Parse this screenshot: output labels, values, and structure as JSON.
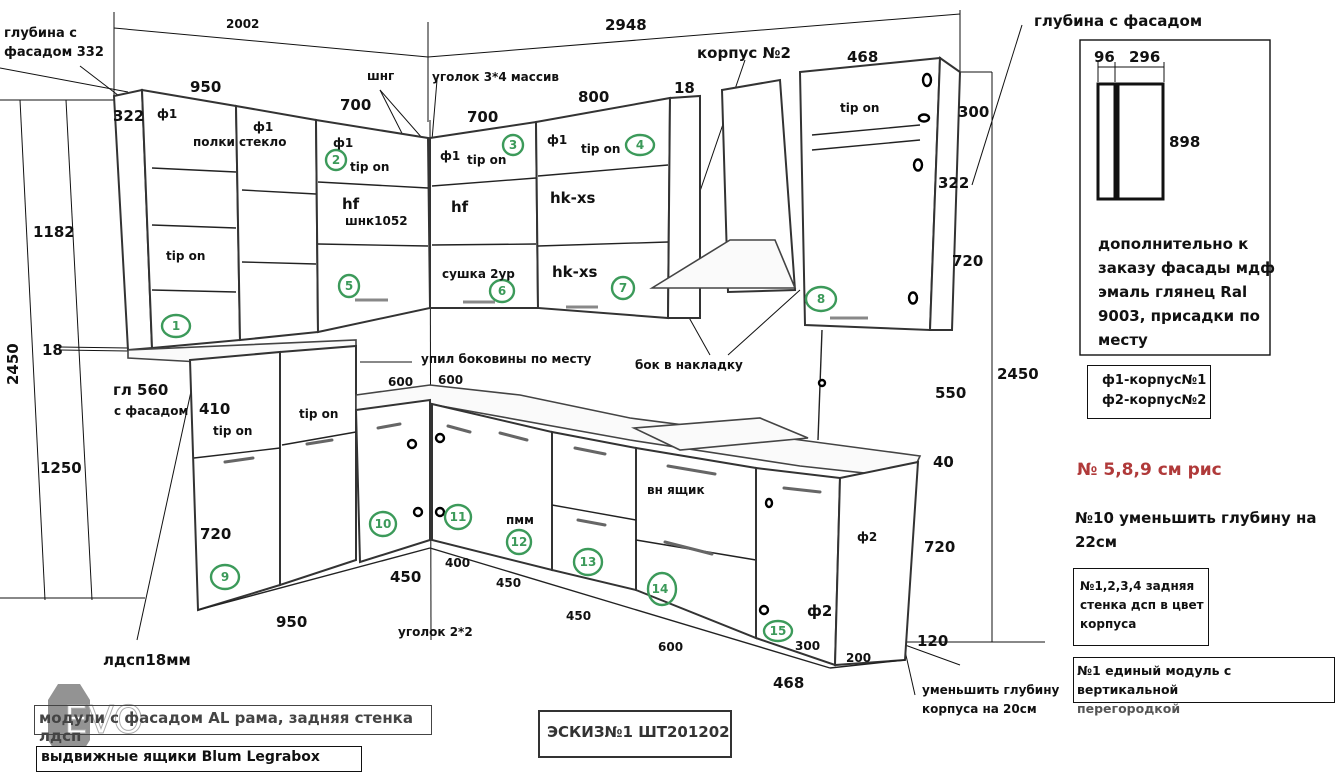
{
  "sketch": {
    "title": "ЭСКИЗ№1 ШТ201202",
    "watermark": "EVO"
  },
  "dimensions": {
    "top_left_width": "2002",
    "top_right_width": "2948",
    "upper_950": "950",
    "upper_700_a": "700",
    "upper_700_b": "700",
    "upper_800": "800",
    "gap_18_top": "18",
    "tall_468_top": "468",
    "tall_300": "300",
    "tall_322": "322",
    "depth_322_left": "322",
    "height_1182": "1182",
    "height_2450_left": "2450",
    "thickness_18": "18",
    "height_1250": "1250",
    "base_720_left": "720",
    "base_410": "410",
    "base_600_a": "600",
    "base_600_b": "600",
    "base_450_a": "450",
    "base_400": "400",
    "base_450_b": "450",
    "base_450_c": "450",
    "base_600_c": "600",
    "base_950": "950",
    "base_468": "468",
    "base_300": "300",
    "base_200": "200",
    "right_720_upper": "720",
    "right_2450": "2450",
    "right_550": "550",
    "right_40": "40",
    "right_720_lower": "720",
    "right_120": "120"
  },
  "labels": {
    "depth_with_facade_332_line1": "глубина с",
    "depth_with_facade_332_line2": "фасадом 332",
    "shng": "шнг",
    "corner_3x4": "уголок 3*4 массив",
    "korpus_2": "корпус №2",
    "depth_with_facade": "глубина с фасадом",
    "glass_shelves": "полки стекло",
    "f1": "ф1",
    "f2": "ф2",
    "tip_on": "tip on",
    "hf": "hf",
    "shnk1052": "шнк1052",
    "hk_xs": "hk-xs",
    "dryer_2": "сушка 2ур",
    "side_cut": "упил боковины по месту",
    "side_overlay": "бок в накладку",
    "gl560": "гл 560",
    "with_facade": "с фасадом",
    "ldsp18": "лдсп18мм",
    "corner_2x2": "уголок 2*2",
    "dishwasher": "пмм",
    "inner_drawer": "вн ящик",
    "reduce_depth_line1": "уменьшить глубину",
    "reduce_depth_line2": "корпуса на 20см"
  },
  "markers": [
    "1",
    "2",
    "3",
    "4",
    "5",
    "6",
    "7",
    "8",
    "9",
    "10",
    "11",
    "12",
    "13",
    "14",
    "15"
  ],
  "facade_profile": {
    "w1": "96",
    "w2": "296",
    "h": "898"
  },
  "notes": {
    "mdf_order": [
      "дополнительно к",
      "заказу фасады мдф",
      "эмаль глянец Ral",
      "9003, присадки по",
      "месту"
    ],
    "korpus_legend": [
      "ф1-корпус№1",
      "ф2-корпус№2"
    ],
    "red_note": "№   5,8,9 см рис",
    "n10_note": [
      "№10 уменьшить глубину на",
      "22см"
    ],
    "back_panel_note": [
      "№1,2,3,4 задняя",
      "стенка дсп в цвет",
      "корпуса"
    ],
    "n1_module_note": [
      "№1 единый модуль с вертикальной",
      "перегородкой"
    ],
    "al_frame_note": "модули с фасадом AL рама, задняя стенка лдсп",
    "drawers_note": "выдвижные ящики Blum Legrabox"
  },
  "colors": {
    "marker": "#3c9a5a",
    "red_note": "#b03a3a"
  }
}
